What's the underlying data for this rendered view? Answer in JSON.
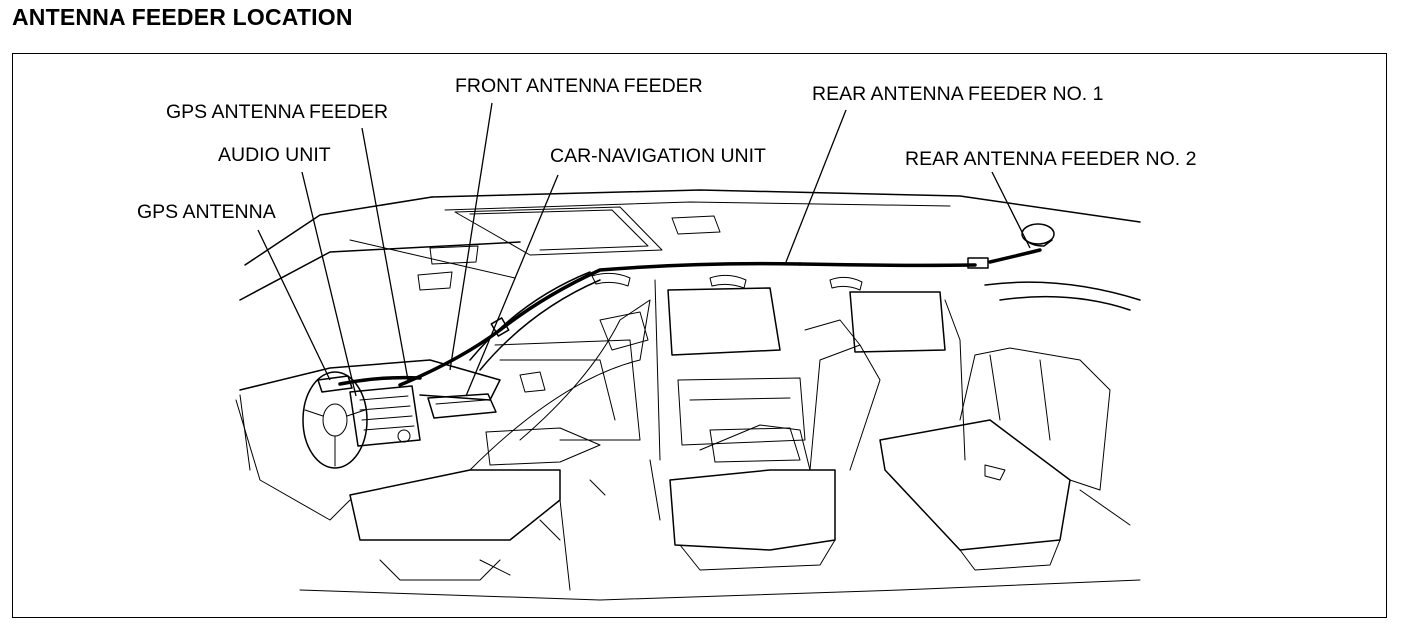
{
  "title": "ANTENNA FEEDER LOCATION",
  "labels": {
    "front_antenna_feeder": "FRONT ANTENNA FEEDER",
    "rear_antenna_feeder_1": "REAR ANTENNA FEEDER NO. 1",
    "gps_antenna_feeder": "GPS ANTENNA FEEDER",
    "audio_unit": "AUDIO UNIT",
    "car_navigation_unit": "CAR-NAVIGATION UNIT",
    "rear_antenna_feeder_2": "REAR ANTENNA FEEDER NO. 2",
    "gps_antenna": "GPS ANTENNA"
  }
}
